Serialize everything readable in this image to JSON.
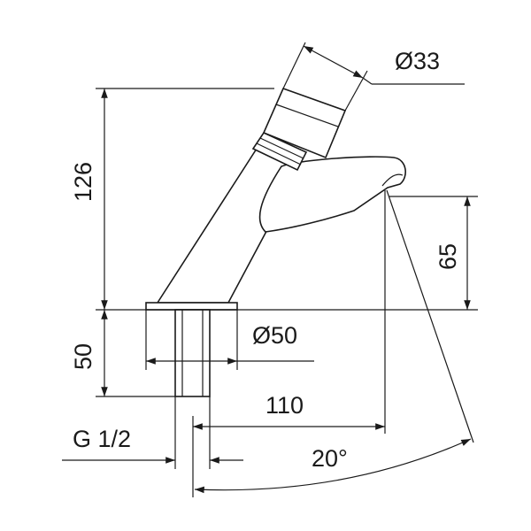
{
  "title": "Tap dimension drawing",
  "dimensions": {
    "head_diameter": "Ø33",
    "total_height": "126",
    "spout_height": "65",
    "base_diameter": "Ø50",
    "shank_length": "50",
    "spout_reach": "110",
    "thread": "G 1/2",
    "swivel_angle": "20°"
  },
  "colors": {
    "line": "#1a1a1a",
    "background": "#ffffff"
  }
}
